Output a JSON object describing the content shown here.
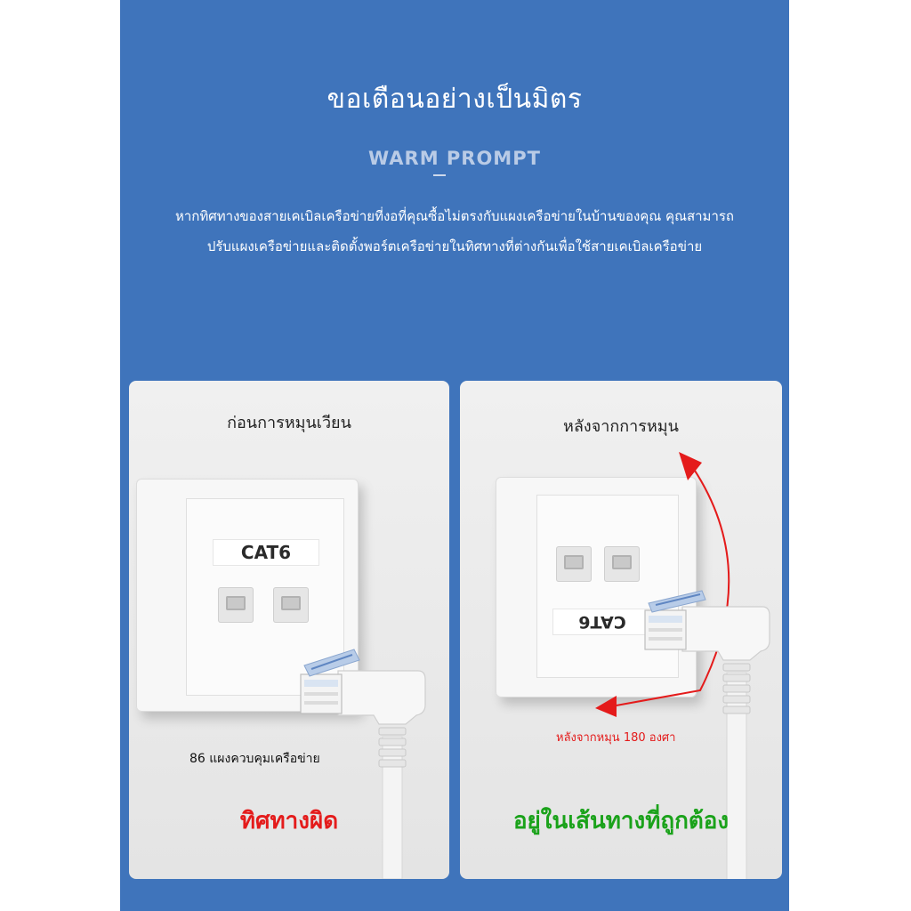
{
  "header": {
    "title": "ขอเตือนอย่างเป็นมิตร",
    "subtitle": "WARM PROMPT",
    "description_line1": "หากทิศทางของสายเคเบิลเครือข่ายที่งอที่คุณซื้อไม่ตรงกับแผงเครือข่ายในบ้านของคุณ คุณสามารถ",
    "description_line2": "ปรับแผงเครือข่ายและติดตั้งพอร์ตเครือข่ายในทิศทางที่ต่างกันเพื่อใช้สายเคเบิลเครือข่าย"
  },
  "left_panel": {
    "title": "ก่อนการหมุนเวียน",
    "label": "CAT6",
    "panel_caption": "86 แผงควบคุมเครือข่าย",
    "verdict": "ทิศทางผิด",
    "verdict_color": "#e41b1b"
  },
  "right_panel": {
    "title": "หลังจากการหมุน",
    "label": "CAT6",
    "rotation_note": "หลังจากหมุน 180 องศา",
    "verdict": "อยู่ในเส้นทางที่ถูกต้อง",
    "verdict_color": "#1aa21a"
  },
  "colors": {
    "background": "#3f74bb",
    "arrow": "#e41b1b"
  },
  "icons": [
    "rj45-jack-icon",
    "angled-ethernet-plug-icon",
    "rotation-arrow-icon"
  ]
}
